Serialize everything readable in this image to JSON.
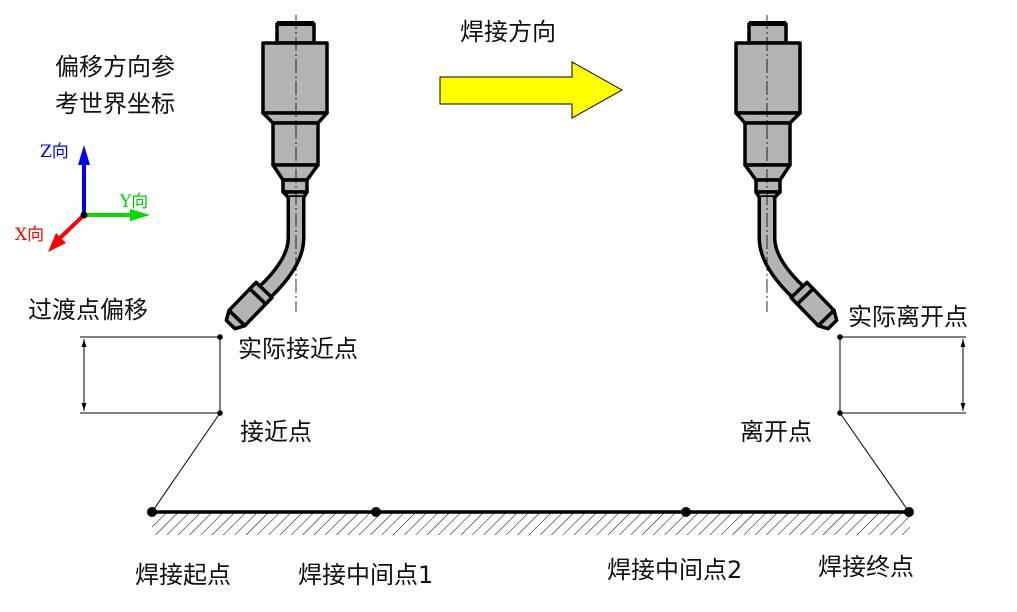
{
  "title_lines": [
    "偏移方向参",
    "考世界坐标"
  ],
  "direction_label": "焊接方向",
  "axes": {
    "z": {
      "label": "Z向",
      "color": "#0000ff"
    },
    "y": {
      "label": "Y向",
      "color": "#00dd00"
    },
    "x": {
      "label": "X向",
      "color": "#ff0000"
    }
  },
  "arrow_color": "#ffff00",
  "labels": {
    "transition_offset": "过渡点偏移",
    "actual_approach": "实际接近点",
    "approach": "接近点",
    "actual_depart": "实际离开点",
    "depart": "离开点"
  },
  "weld_points": [
    "焊接起点",
    "焊接中间点1",
    "焊接中间点2",
    "焊接终点"
  ]
}
